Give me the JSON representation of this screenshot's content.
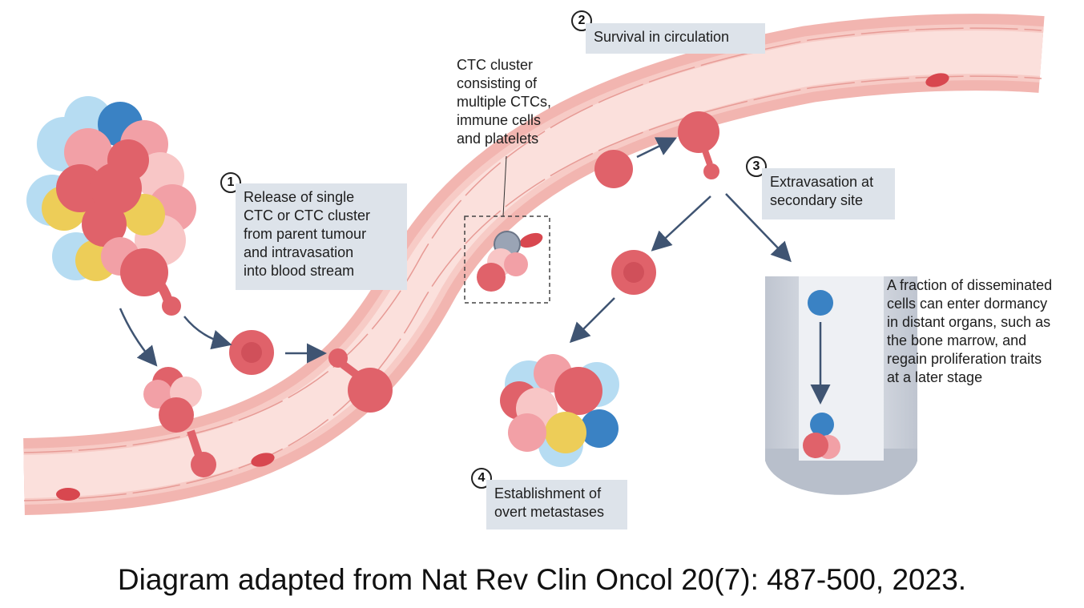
{
  "steps": [
    {
      "number": "1",
      "text": "Release of single\nCTC or CTC cluster\nfrom parent tumour\nand intravasation\ninto blood stream"
    },
    {
      "number": "2",
      "text": "Survival in circulation"
    },
    {
      "number": "3",
      "text": "Extravasation at\nsecondary site"
    },
    {
      "number": "4",
      "text": "Establishment of\novert metastases"
    }
  ],
  "cluster_label": "CTC cluster\nconsisting of\nmultiple CTCs,\nimmune cells\nand platelets",
  "dormancy_note": "A fraction of disseminated\ncells can enter dormancy\nin distant organs, such as\nthe bone marrow, and\nregain proliferation traits\nat a later stage",
  "caption": "Diagram adapted from Nat Rev Clin Oncol 20(7): 487-500, 2023.",
  "colors": {
    "vessel_wall": "#f2b5b0",
    "vessel_lumen": "#fbe0dc",
    "tumour_red": "#e0626a",
    "tumour_pink": "#f2a0a6",
    "tumour_light_pink": "#f8c6c6",
    "cell_blue": "#3a82c4",
    "cell_light_blue": "#b6dcf2",
    "cell_yellow": "#edcd58",
    "arrow": "#3f5472",
    "label_bg": "#dde3ea",
    "bone_marrow": "#c9ced8"
  }
}
